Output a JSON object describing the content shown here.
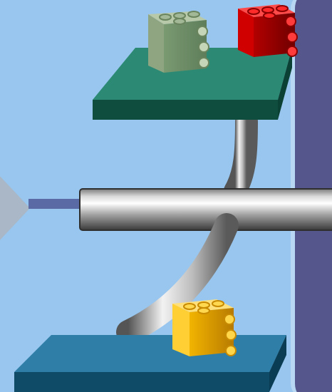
{
  "scene": {
    "colors": {
      "background": "#98c6ee",
      "rail": "#55578c",
      "top_platform": "#2c8a74",
      "bottom_platform": "#2f7ea7",
      "tube": "#a9a9a9",
      "block_green": "#9fb28f",
      "block_red": "#e00000",
      "block_yellow": "#ffcf33"
    },
    "blocks": [
      {
        "name": "green-block",
        "color": "#9fb28f"
      },
      {
        "name": "red-block",
        "color": "#e00000"
      },
      {
        "name": "yellow-block",
        "color": "#ffcf33"
      }
    ]
  }
}
